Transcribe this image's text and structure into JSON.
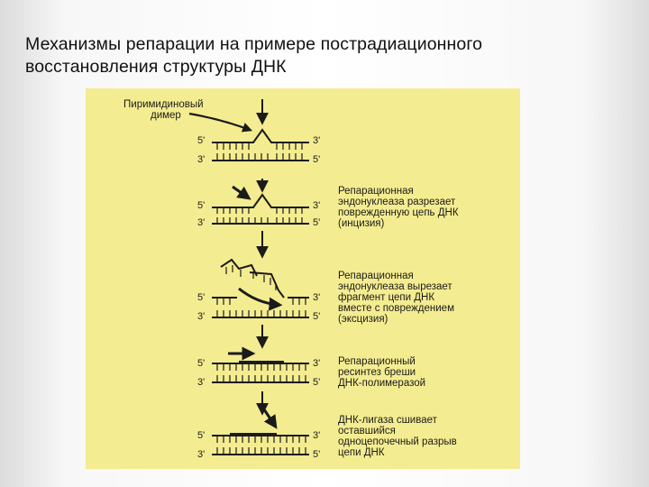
{
  "title_lines": [
    "Механизмы репарации на примере пострадиационного",
    "восстановления структуры ДНК"
  ],
  "diagram": {
    "dimer_label": [
      "Пиримидиновый",
      "димер"
    ],
    "strand_ends": {
      "five": "5'",
      "three": "3'"
    },
    "steps": [
      {
        "id": "damage",
        "text": []
      },
      {
        "id": "incision",
        "text": [
          "Репарационная",
          "эндонуклеаза разрезает",
          "поврежденную цепь ДНК",
          "(инцизия)"
        ]
      },
      {
        "id": "excision",
        "text": [
          "Репарационная",
          "эндонуклеаза вырезает",
          "фрагмент цепи ДНК",
          "вместе с повреждением",
          "(эксцизия)"
        ]
      },
      {
        "id": "resynthesis",
        "text": [
          "Репарационный",
          "ресинтез бреши",
          "ДНК-полимеразой"
        ]
      },
      {
        "id": "ligation",
        "text": [
          "ДНК-лигаза сшивает",
          "оставшийся",
          "одноцепочечный разрыв",
          "цепи ДНК"
        ]
      }
    ]
  },
  "colors": {
    "panel": "#f4ec90",
    "ink": "#1b1b1b"
  }
}
